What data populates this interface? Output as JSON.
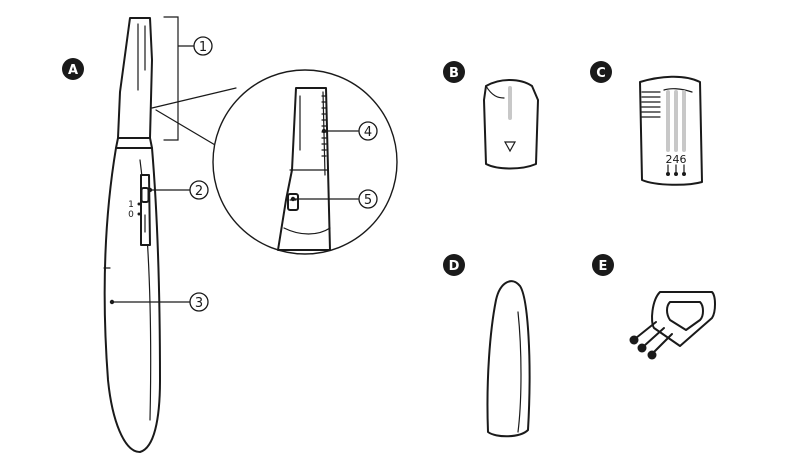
{
  "parts": [
    {
      "id": "A",
      "label": "A"
    },
    {
      "id": "B",
      "label": "B"
    },
    {
      "id": "C",
      "label": "C"
    },
    {
      "id": "D",
      "label": "D"
    },
    {
      "id": "E",
      "label": "E"
    }
  ],
  "callouts": [
    "1",
    "2",
    "3",
    "4",
    "5"
  ],
  "switch_marks": {
    "on": "1",
    "off": "0"
  },
  "comb_c_lengths": "246"
}
